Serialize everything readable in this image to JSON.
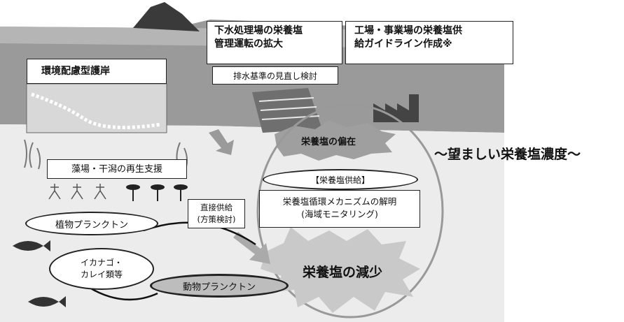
{
  "labels": {
    "seawall": "環境配慮型護岸",
    "sewage_line1": "下水処理場の栄養塩",
    "sewage_line2": "管理運転の拡大",
    "factory_line1": "工場・事業場の栄養塩供",
    "factory_line2": "給ガイドライン作成※",
    "drainage": "排水基準の見直し検討",
    "seaweed": "藻場・干潟の再生支援",
    "desired": "～望ましい栄養塩濃度～",
    "uneven": "栄養塩の偏在",
    "supply": "【栄養塩供給】",
    "mechanism_line1": "栄養塩循環メカニズムの解明",
    "mechanism_line2": "(海域モニタリング)",
    "direct_line1": "直接供給",
    "direct_line2": "(方策検討)",
    "phyto": "植物プランクトン",
    "zoo": "動物プランクトン",
    "fish_line1": "イカナゴ・",
    "fish_line2": "カレイ類等",
    "decrease": "栄養塩の減少"
  },
  "colors": {
    "shore": "#8f8f8f",
    "sea": "#e2e2e2",
    "burst": "#b8b8b8",
    "text": "#111111"
  }
}
